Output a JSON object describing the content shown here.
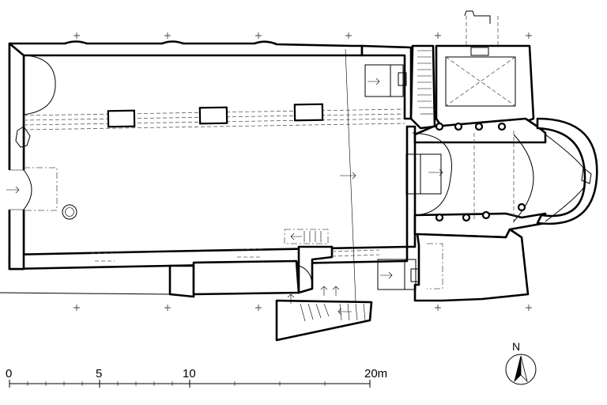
{
  "scale_bar": {
    "labels": [
      "0",
      "5",
      "10",
      "20m"
    ]
  },
  "north_arrow": {
    "label": "N"
  }
}
